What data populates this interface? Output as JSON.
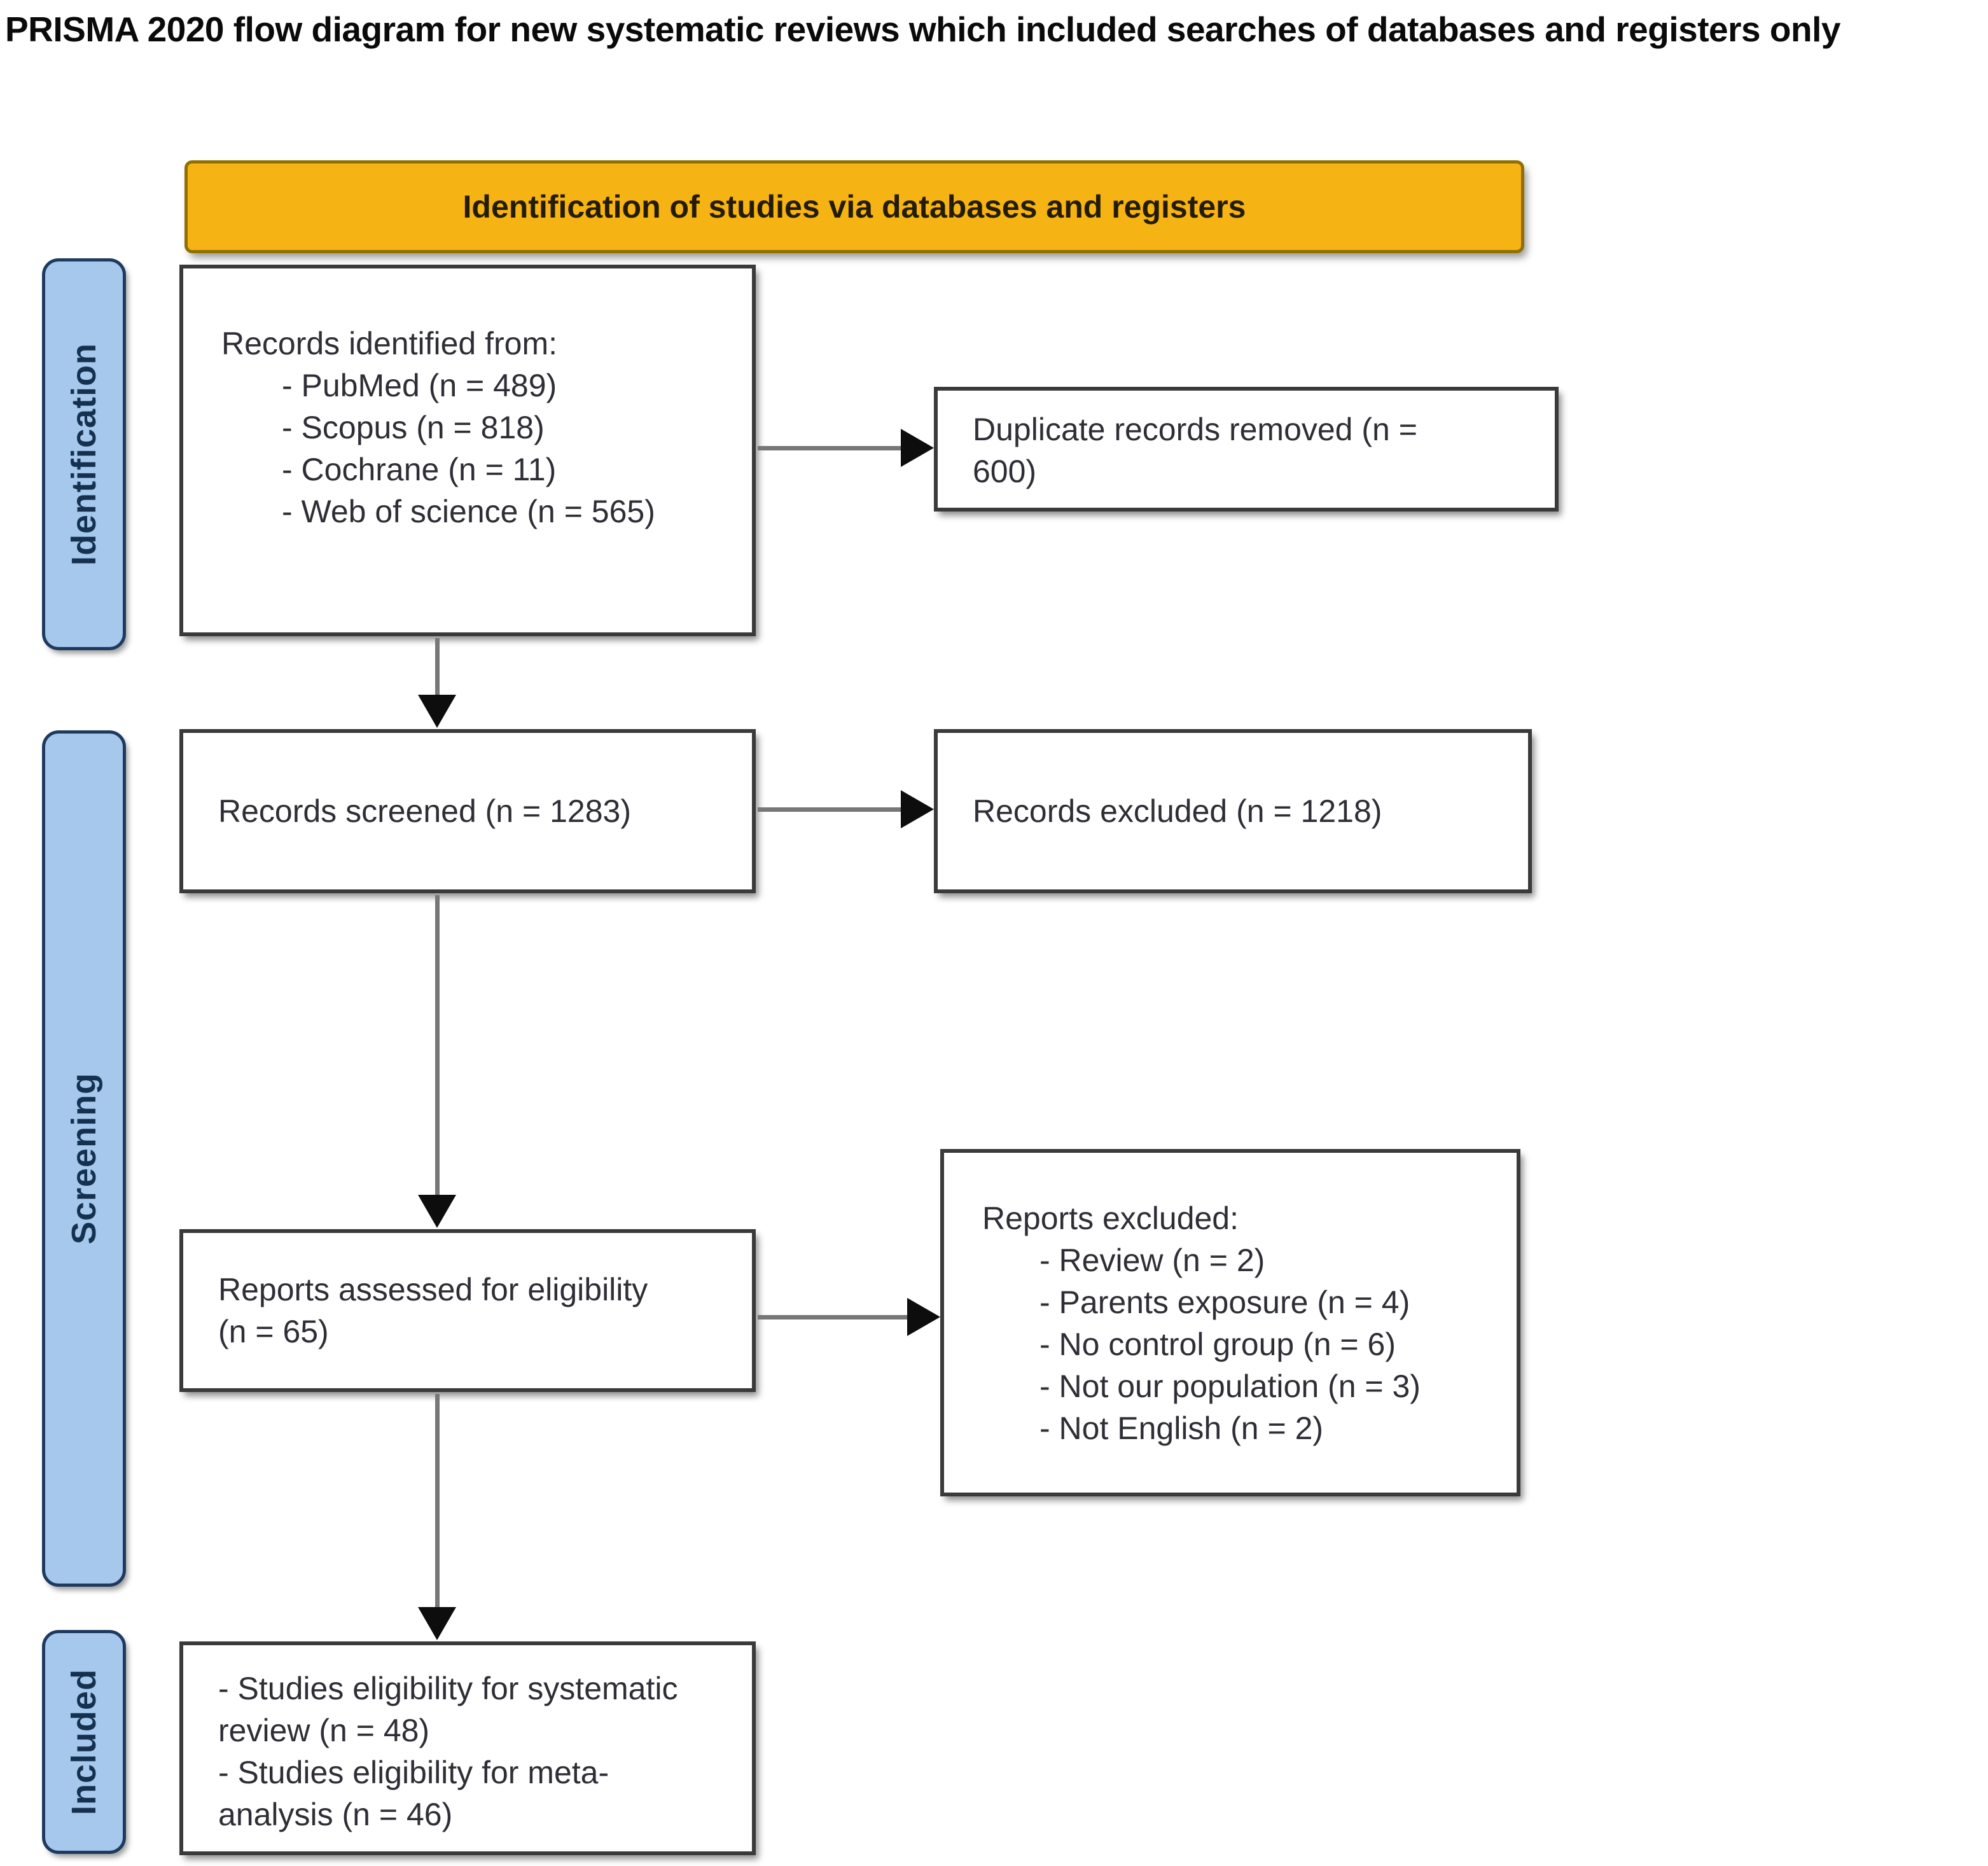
{
  "title": "PRISMA 2020 flow diagram for new systematic reviews which included searches of databases and registers only",
  "banner": {
    "label": "Identification of studies via databases and registers",
    "bg_color": "#F5B314",
    "border_color": "#8F7000"
  },
  "sidebar": {
    "fill_color": "#A5C8EC",
    "border_color": "#1F3A5F",
    "stages": [
      {
        "id": "identification",
        "label": "Identification"
      },
      {
        "id": "screening",
        "label": "Screening"
      },
      {
        "id": "included",
        "label": "Included"
      }
    ]
  },
  "boxes": {
    "records_identified": {
      "heading": "Records identified from:",
      "items": [
        "- PubMed (n = 489)",
        "- Scopus (n = 818)",
        "- Cochrane (n = 11)",
        "- Web of science (n = 565)"
      ]
    },
    "duplicates_removed": {
      "text": "Duplicate records removed (n =\n600)"
    },
    "records_screened": {
      "text": "Records screened (n = 1283)"
    },
    "records_excluded": {
      "text": "Records excluded (n = 1218)"
    },
    "reports_assessed": {
      "text": "Reports assessed for eligibility\n(n = 65)"
    },
    "reports_excluded": {
      "heading": "Reports excluded:",
      "items": [
        "- Review (n = 2)",
        "- Parents exposure (n = 4)",
        "- No control group (n = 6)",
        "- Not our population (n = 3)",
        "- Not English (n = 2)"
      ]
    },
    "included_studies": {
      "items": [
        "- Studies eligibility for systematic\nreview (n = 48)",
        "- Studies eligibility for meta-\nanalysis (n = 46)"
      ]
    }
  },
  "arrows": {
    "line_color": "#777777",
    "head_color": "#0d0d0d"
  }
}
